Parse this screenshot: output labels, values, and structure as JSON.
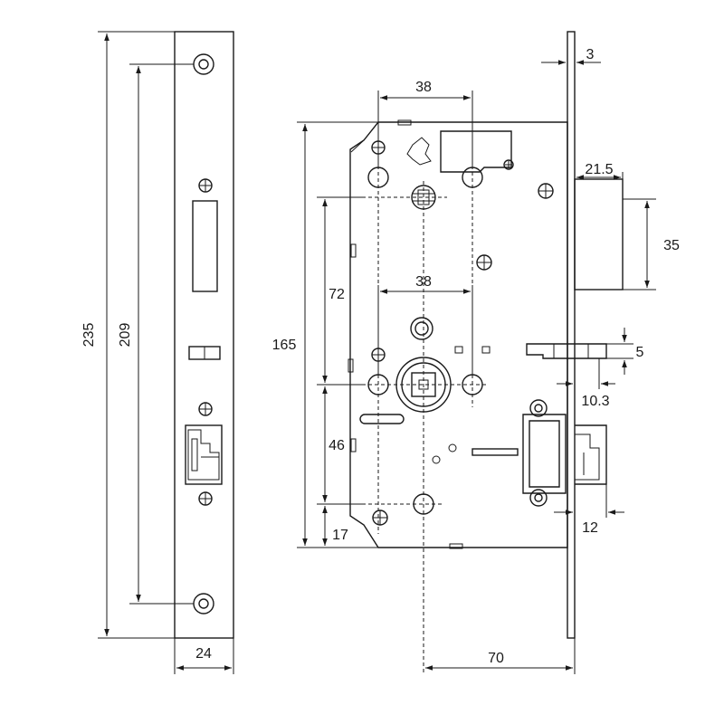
{
  "dimensions": {
    "faceplate_length": "235",
    "screw_spacing": "209",
    "faceplate_width": "24",
    "case_height": "165",
    "top_spindle_spacing": "38",
    "mid_spindle_spacing": "38",
    "upper_vertical": "72",
    "lower_vertical": "46",
    "bottom_offset": "17",
    "backset": "70",
    "plate_thickness": "3",
    "latch_projection": "21.5",
    "latch_height": "35",
    "deadbolt_height": "5",
    "deadbolt_offset": "10.3",
    "bottom_bolt_offset": "12"
  }
}
